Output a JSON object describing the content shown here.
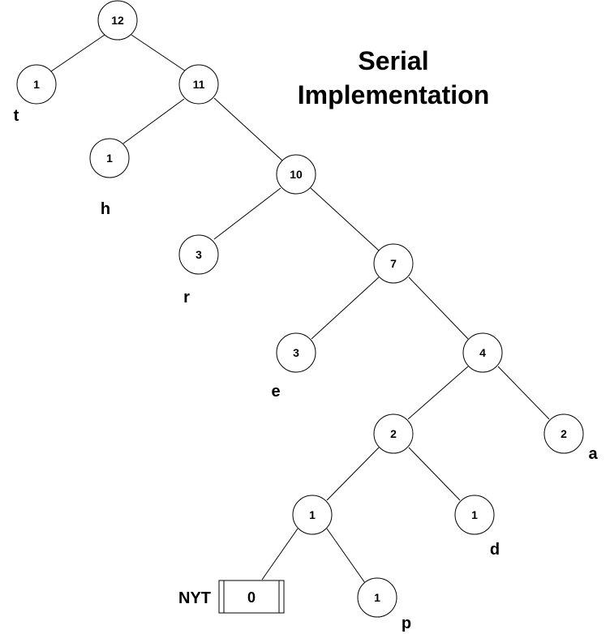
{
  "title": {
    "line1": "Serial",
    "line2": "Implementation"
  },
  "nodes": {
    "n12": "12",
    "t": "1",
    "n11": "11",
    "h": "1",
    "n10": "10",
    "r": "3",
    "n7": "7",
    "e": "3",
    "n4": "4",
    "n2": "2",
    "a": "2",
    "n1": "1",
    "d": "1",
    "nyt": "0",
    "p": "1"
  },
  "labels": {
    "t": "t",
    "h": "h",
    "r": "r",
    "e": "e",
    "a": "a",
    "d": "d",
    "p": "p",
    "nyt": "NYT"
  }
}
